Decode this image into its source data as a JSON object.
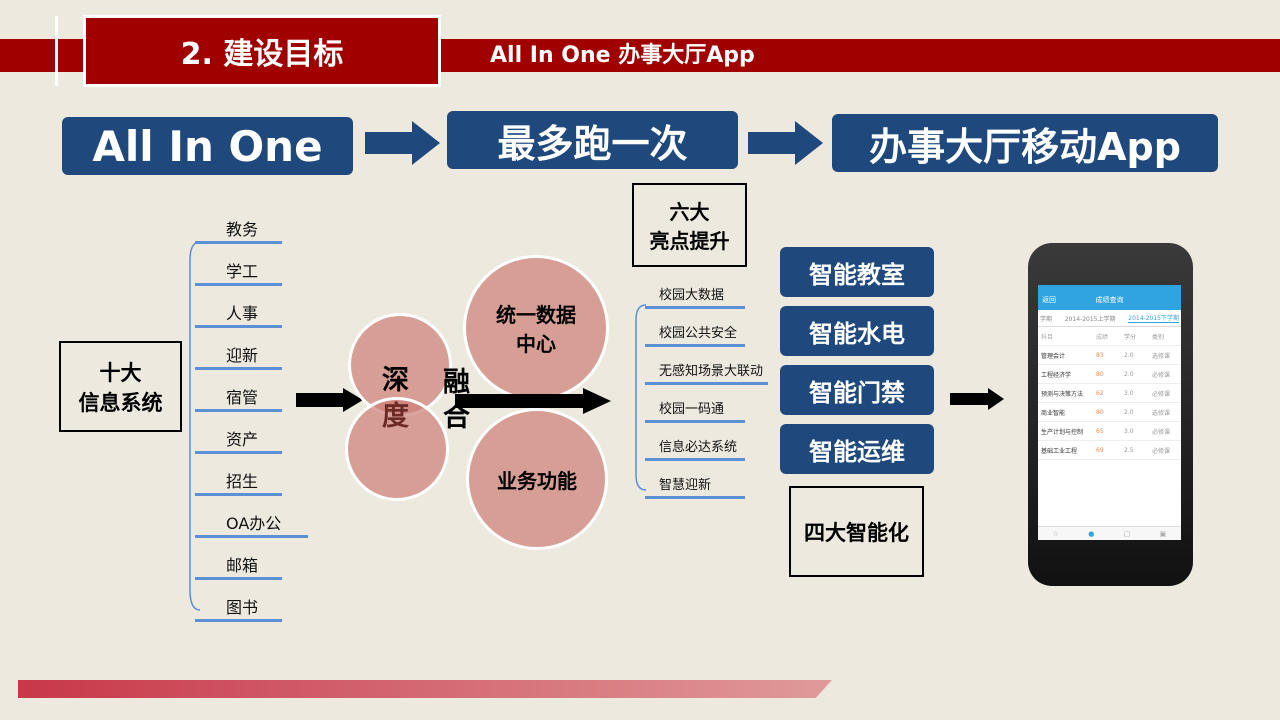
{
  "header": {
    "title": "2. 建设目标",
    "subtitle": "All In One 办事大厅App"
  },
  "flow": [
    "All In One",
    "最多跑一次",
    "办事大厅移动App"
  ],
  "systems": {
    "label": "十大\n信息系统",
    "items": [
      "教务",
      "学工",
      "人事",
      "迎新",
      "宿管",
      "资产",
      "招生",
      "OA办公",
      "邮箱",
      "图书"
    ]
  },
  "fusion": {
    "left1": "深",
    "left2": "度",
    "right1": "融",
    "right2": "合",
    "top": "统一数据\n中心",
    "bottom": "业务功能"
  },
  "highlights": {
    "label": "六大\n亮点提升",
    "items": [
      "校园大数据",
      "校园公共安全",
      "无感知场景大联动",
      "校园一码通",
      "信息必达系统",
      "智慧迎新"
    ]
  },
  "smart": {
    "items": [
      "智能教室",
      "智能水电",
      "智能门禁",
      "智能运维"
    ],
    "label": "四大智能化"
  },
  "phone": {
    "back": "返回",
    "title": "成绩查询",
    "tabs": [
      "学期",
      "2014-2015上学期",
      "2014-2015下学期"
    ],
    "columns": [
      "科目",
      "成绩",
      "学分",
      "类别"
    ],
    "rows": [
      [
        "管理会计",
        "83",
        "2.0",
        "选修课"
      ],
      [
        "工程经济学",
        "80",
        "2.0",
        "必修课"
      ],
      [
        "预测与决策方法",
        "62",
        "3.0",
        "必修课"
      ],
      [
        "商业智能",
        "80",
        "2.0",
        "选修课"
      ],
      [
        "生产计划与控制",
        "65",
        "3.0",
        "必修课"
      ],
      [
        "基础工业工程",
        "69",
        "2.5",
        "必修课"
      ]
    ]
  },
  "colors": {
    "red": "#a10000",
    "blue": "#1f497d",
    "circle": "#d89a94",
    "accent": "#5b8fd6"
  }
}
